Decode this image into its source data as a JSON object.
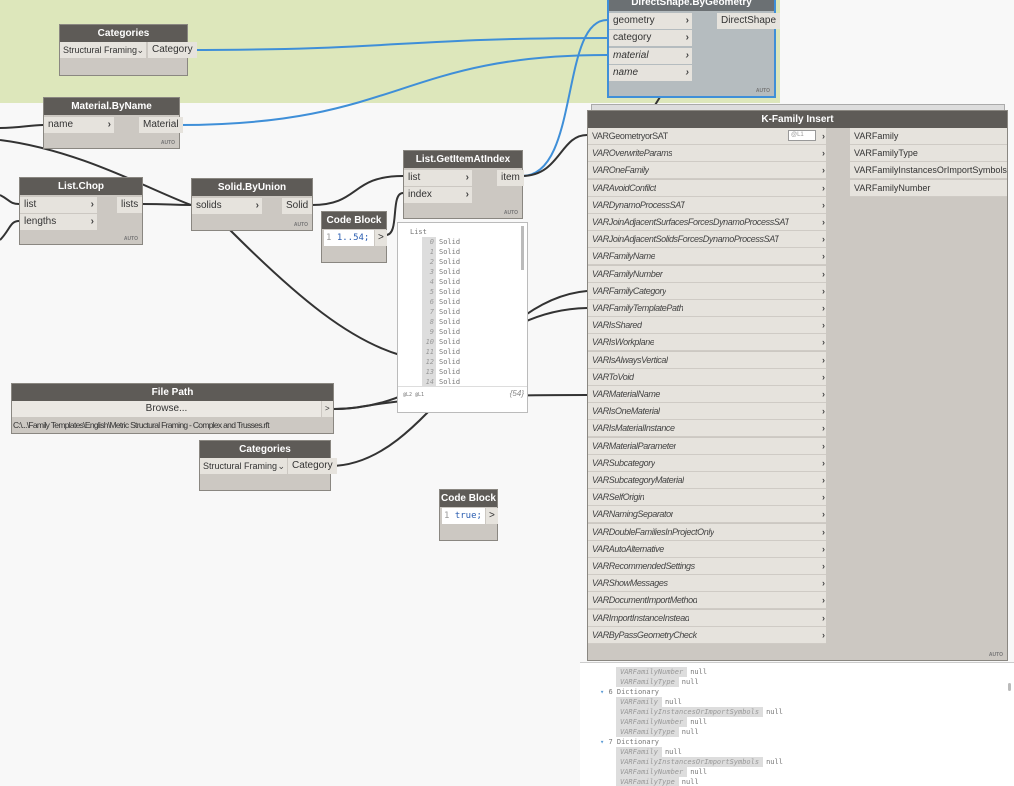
{
  "nodes": {
    "categories1": {
      "title": "Categories",
      "selected": "Structural Framing",
      "output": "Category"
    },
    "direct_shape": {
      "title": "DirectShape.ByGeometry",
      "inputs": [
        "geometry",
        "category",
        "material",
        "name"
      ],
      "output": "DirectShape",
      "lacing": "AUTO"
    },
    "material_by_name": {
      "title": "Material.ByName",
      "input": "name",
      "output": "Material",
      "lacing": "AUTO"
    },
    "list_chop": {
      "title": "List.Chop",
      "inputs": [
        "list",
        "lengths"
      ],
      "output": "lists",
      "lacing": "AUTO"
    },
    "solid_by_union": {
      "title": "Solid.ByUnion",
      "input": "solids",
      "output": "Solid",
      "lacing": "AUTO"
    },
    "code_block1": {
      "title": "Code Block",
      "line": "1",
      "code": "1..54;",
      "output": ">"
    },
    "get_item": {
      "title": "List.GetItemAtIndex",
      "inputs": [
        "list",
        "index"
      ],
      "output": "item",
      "lacing": "AUTO"
    },
    "watch": {
      "header": "List",
      "items": [
        {
          "i": "0",
          "v": "Solid"
        },
        {
          "i": "1",
          "v": "Solid"
        },
        {
          "i": "2",
          "v": "Solid"
        },
        {
          "i": "3",
          "v": "Solid"
        },
        {
          "i": "4",
          "v": "Solid"
        },
        {
          "i": "5",
          "v": "Solid"
        },
        {
          "i": "6",
          "v": "Solid"
        },
        {
          "i": "7",
          "v": "Solid"
        },
        {
          "i": "8",
          "v": "Solid"
        },
        {
          "i": "9",
          "v": "Solid"
        },
        {
          "i": "10",
          "v": "Solid"
        },
        {
          "i": "11",
          "v": "Solid"
        },
        {
          "i": "12",
          "v": "Solid"
        },
        {
          "i": "13",
          "v": "Solid"
        },
        {
          "i": "14",
          "v": "Solid"
        }
      ],
      "levels": "@L2 @L1",
      "count": "{54}"
    },
    "file_path": {
      "title": "File Path",
      "button": "Browse...",
      "output": ">",
      "path": "C:\\...\\Family Templates\\English\\Metric Structural Framing - Complex and Trusses.rft"
    },
    "categories2": {
      "title": "Categories",
      "selected": "Structural Framing",
      "output": "Category"
    },
    "code_block2": {
      "title": "Code Block",
      "line": "1",
      "code": "true;",
      "output": ">"
    },
    "kfamily": {
      "title": "K-Family Insert",
      "level": "@L1",
      "lacing": "AUTO",
      "inputs": [
        "VARGeometryorSAT",
        "VAROverwriteParams",
        "VAROneFamily",
        "VARAvoidConfilct",
        "VARDynamoProcessSAT",
        "VARJoinAdjacentSurfacesForcesDynamoProcessSAT",
        "VARJoinAdjacentSolidsForcesDynamoProcessSAT",
        "VARFamilyName",
        "VARFamilyNumber",
        "VARFamilyCategory",
        "VARFamilyTemplatePath",
        "VARIsShared",
        "VARIsWorkplane",
        "VARIsAlwaysVertical",
        "VARToVoid",
        "VARMaterialName",
        "VARIsOneMaterial",
        "VARIsMaterialInstance",
        "VARMaterialParameter",
        "VARSubcategory",
        "VARSubcategoryMaterial",
        "VARSelfOrigin",
        "VARNamingSeparator",
        "VARDoubleFamiliesInProjectOnly",
        "VARAutoAlternative",
        "VARRecommendedSettings",
        "VARShowMessages",
        "VARDocumentImportMethod",
        "VARImportInstanceInstead",
        "VARByPassGeometryCheck"
      ],
      "outputs": [
        "VARFamily",
        "VARFamilyType",
        "VARFamilyInstancesOrImportSymbols",
        "VARFamilyNumber"
      ]
    }
  },
  "preview": {
    "lines": [
      {
        "type": "kv",
        "key": "VARFamilyNumber",
        "val": "null"
      },
      {
        "type": "kv",
        "key": "VARFamilyType",
        "val": "null"
      },
      {
        "type": "head",
        "idx": "6",
        "label": "Dictionary"
      },
      {
        "type": "kv",
        "key": "VARFamily",
        "val": "null"
      },
      {
        "type": "kv",
        "key": "VARFamilyInstancesOrImportSymbols",
        "val": "null"
      },
      {
        "type": "kv",
        "key": "VARFamilyNumber",
        "val": "null"
      },
      {
        "type": "kv",
        "key": "VARFamilyType",
        "val": "null"
      },
      {
        "type": "head",
        "idx": "7",
        "label": "Dictionary"
      },
      {
        "type": "kv",
        "key": "VARFamily",
        "val": "null"
      },
      {
        "type": "kv",
        "key": "VARFamilyInstancesOrImportSymbols",
        "val": "null"
      },
      {
        "type": "kv",
        "key": "VARFamilyNumber",
        "val": "null"
      },
      {
        "type": "kv",
        "key": "VARFamilyType",
        "val": "null"
      }
    ]
  },
  "colors": {
    "group": "#dde7bb",
    "header": "#5e5b57",
    "selected": "#3f8fd8",
    "wire_selected": "#3f8fd8"
  }
}
